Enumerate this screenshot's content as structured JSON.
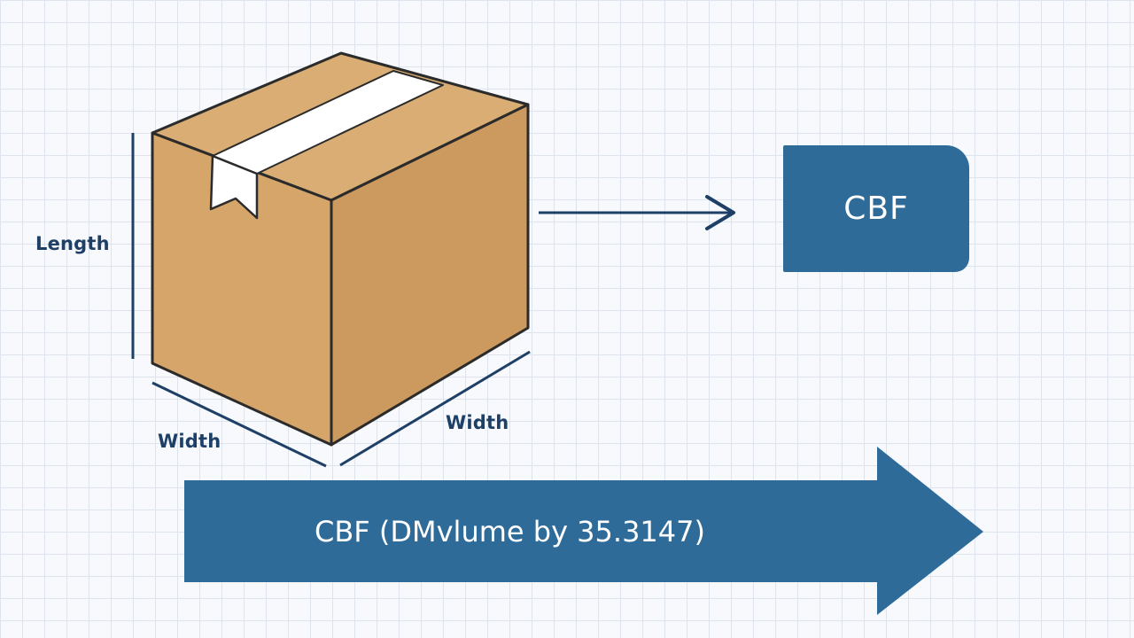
{
  "diagram": {
    "dimension_labels": {
      "length": "Length",
      "width_left": "Width",
      "width_right": "Width"
    },
    "result_box": {
      "label": "CBF"
    },
    "formula_arrow": {
      "label": "CBF (DMvlume by 35.3147)"
    },
    "colors": {
      "box_front": "#d6a56a",
      "box_top": "#d9ad74",
      "box_side": "#cc9a5e",
      "outline": "#2b2b2b",
      "tape": "#ffffff",
      "accent_blue": "#2e6b99",
      "dark_navy": "#1e3f66",
      "grid": "#dde4ee"
    }
  }
}
